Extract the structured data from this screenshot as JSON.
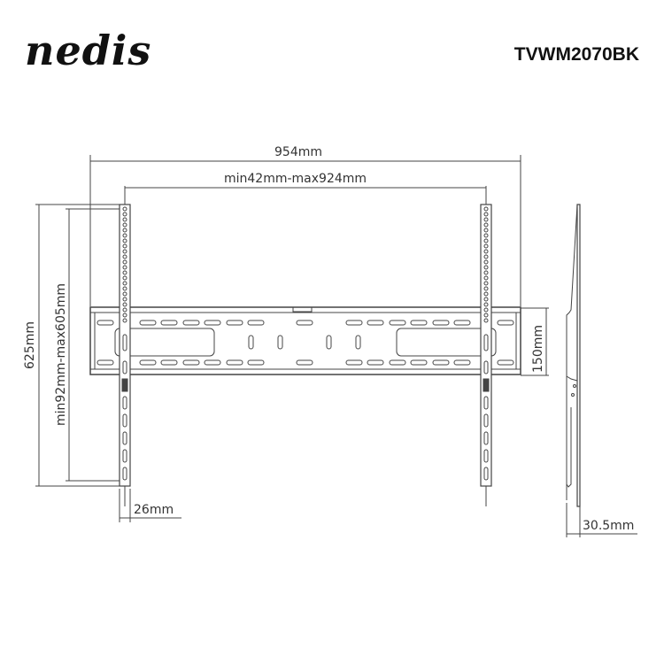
{
  "header": {
    "brand": "nedis",
    "model": "TVWM2070BK"
  },
  "dimensions": {
    "overall_width": "954mm",
    "vesa_width_range": "min42mm-max924mm",
    "overall_height": "625mm",
    "vesa_height_range": "min92mm-max605mm",
    "wall_plate_height": "150mm",
    "arm_width": "26mm",
    "wall_distance": "30.5mm"
  },
  "colors": {
    "line": "#333333",
    "text": "#222222",
    "background": "#ffffff"
  }
}
